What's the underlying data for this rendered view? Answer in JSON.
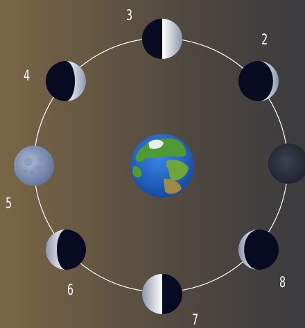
{
  "orbit": {
    "phases": [
      {
        "number": "2",
        "shading": "waxing-crescent"
      },
      {
        "number": "3",
        "shading": "first-quarter"
      },
      {
        "number": "4",
        "shading": "waxing-gibbous"
      },
      {
        "number": "5",
        "shading": "full-moon"
      },
      {
        "number": "6",
        "shading": "waning-gibbous"
      },
      {
        "number": "7",
        "shading": "last-quarter"
      },
      {
        "number": "8",
        "shading": "waning-crescent"
      }
    ],
    "new_moon": {
      "shading": "new-moon"
    }
  },
  "colors": {
    "orbit_line": "#ffffff",
    "moon_dark": "#080a22",
    "moon_lit": "#d8dde7",
    "ocean": "#1f5fc7",
    "land": "#4f9a33"
  }
}
